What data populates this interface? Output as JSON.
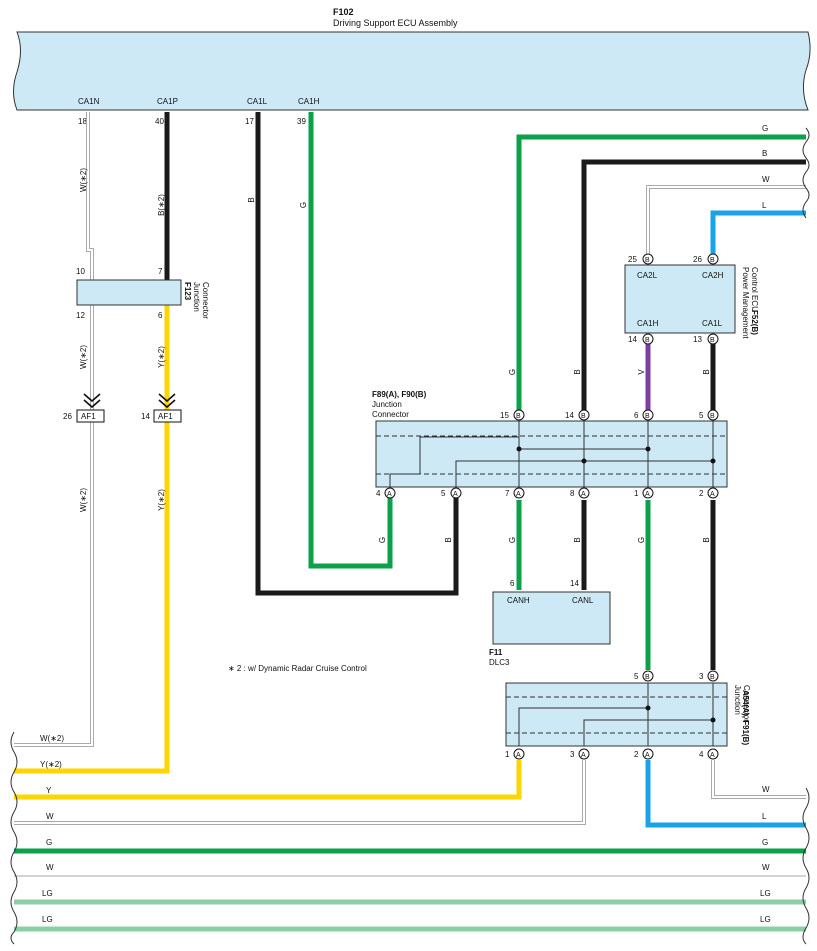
{
  "ecu_f102": {
    "code": "F102",
    "name": "Driving Support ECU Assembly",
    "terminals": [
      {
        "sig": "CA1N",
        "pin": "18"
      },
      {
        "sig": "CA1P",
        "pin": "40"
      },
      {
        "sig": "CA1L",
        "pin": "17"
      },
      {
        "sig": "CA1H",
        "pin": "39"
      }
    ]
  },
  "f123": {
    "code": "F123",
    "name_l1": "Junction",
    "name_l2": "Connector",
    "pins": [
      "10",
      "7",
      "12",
      "6"
    ]
  },
  "af1": {
    "label": "AF1",
    "left_pin": "26",
    "right_pin": "14"
  },
  "f89": {
    "code": "F89(A), F90(B)",
    "name_l1": "Junction",
    "name_l2": "Connector",
    "top_pins": [
      {
        "pin": "15",
        "c": "B"
      },
      {
        "pin": "14",
        "c": "B"
      },
      {
        "pin": "6",
        "c": "B"
      },
      {
        "pin": "5",
        "c": "B"
      }
    ],
    "bottom_pins": [
      {
        "pin": "4",
        "c": "A"
      },
      {
        "pin": "5",
        "c": "A"
      },
      {
        "pin": "7",
        "c": "A"
      },
      {
        "pin": "8",
        "c": "A"
      },
      {
        "pin": "1",
        "c": "A"
      },
      {
        "pin": "2",
        "c": "A"
      }
    ]
  },
  "f52": {
    "code": "F52(B)",
    "name_l1": "Power Management",
    "name_l2": "Control ECU",
    "top": [
      {
        "pin": "25",
        "c": "B",
        "sig": "CA2L"
      },
      {
        "pin": "26",
        "c": "B",
        "sig": "CA2H"
      }
    ],
    "bottom": [
      {
        "pin": "14",
        "c": "B",
        "sig": "CA1H"
      },
      {
        "pin": "13",
        "c": "B",
        "sig": "CA1L"
      }
    ]
  },
  "f11": {
    "code": "F11",
    "name": "DLC3",
    "pins": [
      {
        "pin": "6",
        "sig": "CANH"
      },
      {
        "pin": "14",
        "sig": "CANL"
      }
    ]
  },
  "a54": {
    "code": "A54(A), F91(B)",
    "name_l1": "Junction",
    "name_l2": "Connector",
    "top_pins": [
      {
        "pin": "5",
        "c": "B"
      },
      {
        "pin": "3",
        "c": "B"
      }
    ],
    "bottom_pins": [
      {
        "pin": "1",
        "c": "A"
      },
      {
        "pin": "3",
        "c": "A"
      },
      {
        "pin": "2",
        "c": "A"
      },
      {
        "pin": "4",
        "c": "A"
      }
    ]
  },
  "note": "∗ 2 : w/ Dynamic Radar Cruise Control",
  "wire_labels": {
    "w2": "W(∗2)",
    "b2": "B(∗2)",
    "y2": "Y(∗2)",
    "b": "B",
    "g": "G",
    "v": "V",
    "w": "W",
    "l": "L",
    "y": "Y",
    "lg": "LG"
  },
  "colors": {
    "green": "#0aa14a",
    "black": "#1a1a1a",
    "yellow": "#ffd500",
    "blue": "#1aa3e8",
    "violet": "#7a3fa0",
    "lightgreen": "#8ccfa4",
    "white_wire": "#aaaaaa",
    "box_fill": "#cde9f6"
  }
}
